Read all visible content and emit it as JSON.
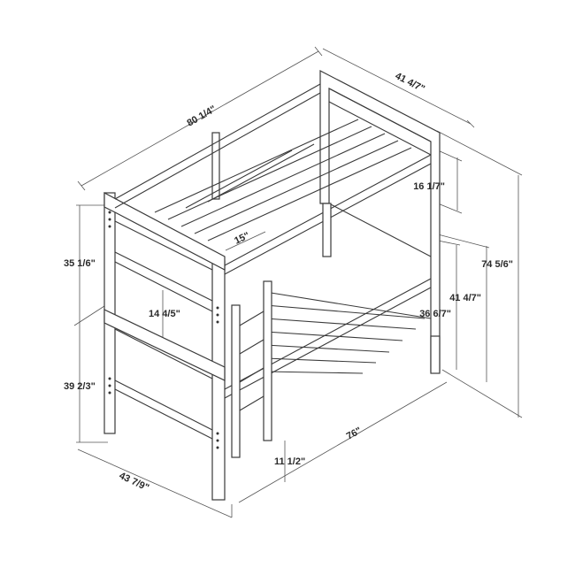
{
  "diagram": {
    "subject": "Twin over twin bunk bed dimension drawing",
    "dimensions": {
      "overall_length": "80 1/4\"",
      "overall_width_top": "41 4/7\"",
      "guard_rail_height": "16 1/7\"",
      "overall_height": "74 5/6\"",
      "lower_bed_clearance": "41 4/7\"",
      "lower_headboard_height": "36 6/7\"",
      "upper_section_height": "35 1/6\"",
      "lower_section_height": "39 2/3\"",
      "ladder_rung_width": "15\"",
      "mid_rail_height": "14 4/5\"",
      "floor_clearance": "11 1/2\"",
      "inner_length": "76\"",
      "overall_width_bottom": "43 7/9\""
    }
  }
}
